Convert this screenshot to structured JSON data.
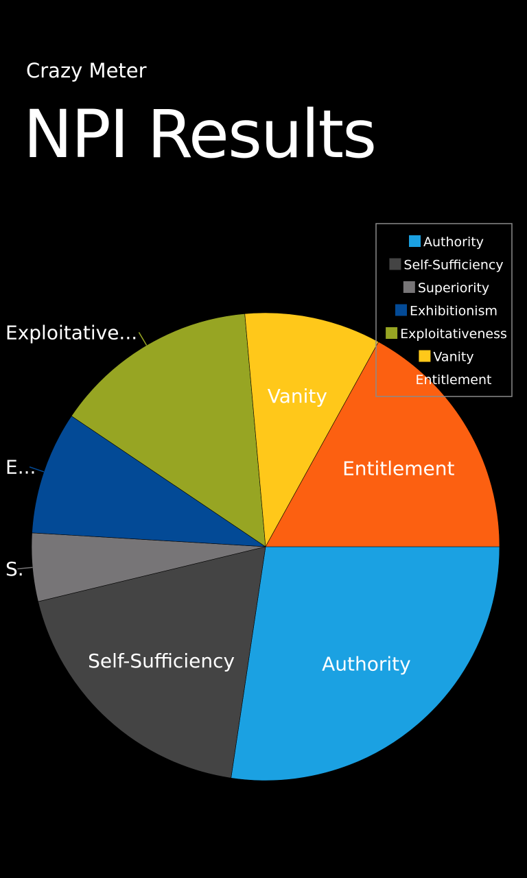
{
  "header": {
    "app_title": "Crazy Meter",
    "page_title": "NPI Results"
  },
  "chart_data": {
    "type": "pie",
    "labels": [
      "Authority",
      "Self-Sufficiency",
      "Superiority",
      "Exhibitionism",
      "Exploitativeness",
      "Vanity",
      "Entitlement"
    ],
    "values": [
      29,
      20,
      5,
      9,
      15,
      10,
      18
    ],
    "colors": [
      "#1ba1e2",
      "#444444",
      "#777577",
      "#034a96",
      "#97a523",
      "#ffc81a",
      "#fc6011"
    ],
    "slice_labels": [
      {
        "text": "Authority",
        "placement": "inside"
      },
      {
        "text": "Self-Sufficiency",
        "placement": "inside"
      },
      {
        "text": "S.",
        "placement": "outside"
      },
      {
        "text": "E...",
        "placement": "outside"
      },
      {
        "text": "Exploitative...",
        "placement": "outside"
      },
      {
        "text": "Vanity",
        "placement": "inside"
      },
      {
        "text": "Entitlement",
        "placement": "inside"
      }
    ],
    "legend": {
      "placement": "top-right",
      "entries": [
        "Authority",
        "Self-Sufficiency",
        "Superiority",
        "Exhibitionism",
        "Exploitativeness",
        "Vanity",
        "Entitlement"
      ]
    }
  }
}
